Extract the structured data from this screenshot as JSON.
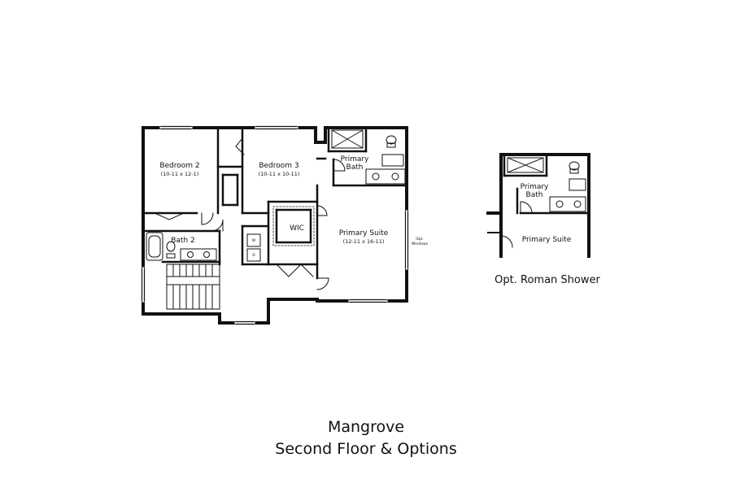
{
  "plan": {
    "title": "Mangrove",
    "subtitle": "Second Floor & Options",
    "rooms": {
      "bedroom2": {
        "name": "Bedroom 2",
        "dims": "(10-11 x 12-1)"
      },
      "bedroom3": {
        "name": "Bedroom 3",
        "dims": "(10-11 x 10-11)"
      },
      "primary_bath_line1": "Primary",
      "primary_bath_line2": "Bath",
      "bath2": "Bath 2",
      "wic": "WIC",
      "primary_suite": {
        "name": "Primary Suite",
        "dims": "(12-11 x 16-11)"
      }
    },
    "note_line1": "Opt.",
    "note_line2": "Windows",
    "wd_labels": [
      "W",
      "D"
    ]
  },
  "option": {
    "caption": "Opt. Roman Shower",
    "primary_bath_line1": "Primary",
    "primary_bath_line2": "Bath",
    "primary_suite": "Primary Suite"
  }
}
